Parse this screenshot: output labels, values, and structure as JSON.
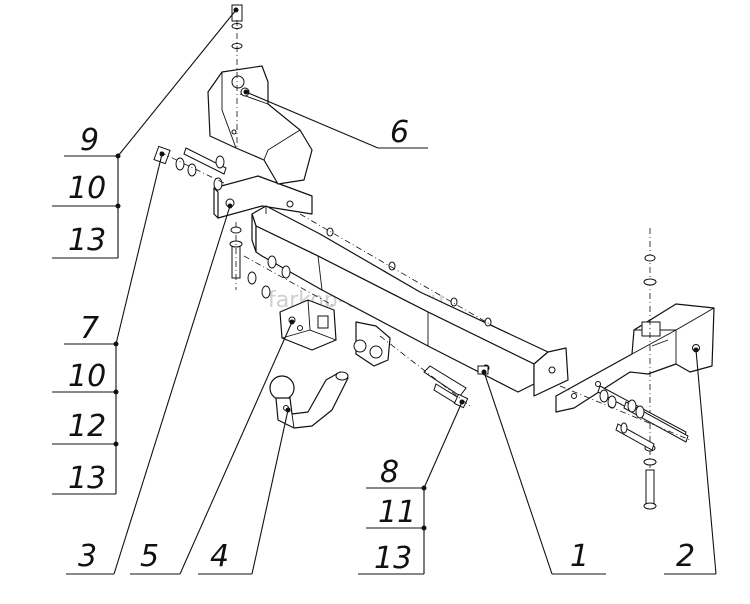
{
  "watermark": "farkop-center.ru",
  "callouts": [
    {
      "id": "9",
      "text": "9"
    },
    {
      "id": "10a",
      "text": "10"
    },
    {
      "id": "13a",
      "text": "13"
    },
    {
      "id": "6",
      "text": "6"
    },
    {
      "id": "7",
      "text": "7"
    },
    {
      "id": "10b",
      "text": "10"
    },
    {
      "id": "12",
      "text": "12"
    },
    {
      "id": "13b",
      "text": "13"
    },
    {
      "id": "8",
      "text": "8"
    },
    {
      "id": "11",
      "text": "11"
    },
    {
      "id": "13c",
      "text": "13"
    },
    {
      "id": "3",
      "text": "3"
    },
    {
      "id": "5",
      "text": "5"
    },
    {
      "id": "4",
      "text": "4"
    },
    {
      "id": "1",
      "text": "1"
    },
    {
      "id": "2",
      "text": "2"
    }
  ]
}
